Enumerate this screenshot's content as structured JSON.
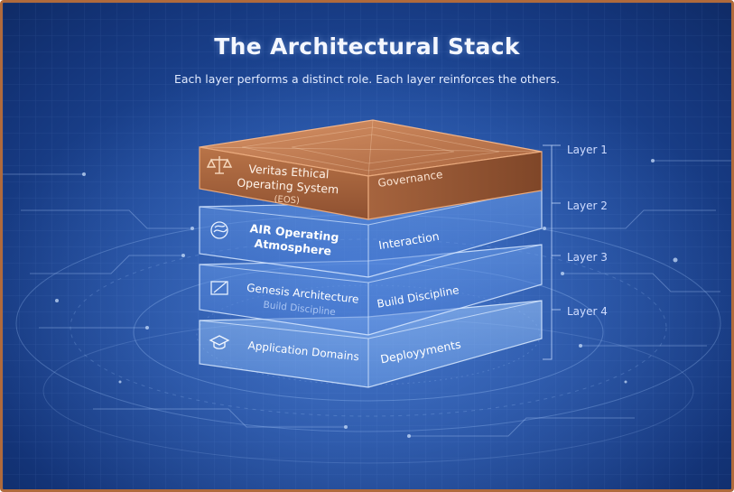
{
  "title": "The Architectural Stack",
  "subtitle": "Each layer performs a distinct role. Each layer reinforces the others.",
  "layers": [
    {
      "tag": "Layer 1",
      "name_lines": [
        "Veritas Ethical",
        "Operating System",
        "(EOS)"
      ],
      "role": "Governance",
      "icon": "scales-icon"
    },
    {
      "tag": "Layer 2",
      "name_lines": [
        "AIR Operating",
        "Atmosphere"
      ],
      "role": "Interaction",
      "icon": "atmosphere-swirl-icon"
    },
    {
      "tag": "Layer 3",
      "name_lines": [
        "Genesis Architecture",
        "Build Discipline"
      ],
      "role": "Build Discipline",
      "icon": "blueprint-pencil-icon"
    },
    {
      "tag": "Layer 4",
      "name_lines": [
        "Application Domains"
      ],
      "role": "Deployyments",
      "icon": "graduation-cap-icon"
    }
  ],
  "colors": {
    "background": "#1f4a9a",
    "top_layer": "#b8734a",
    "glass_layer": "#4b7fd0",
    "border_frame": "#b06a3c"
  }
}
